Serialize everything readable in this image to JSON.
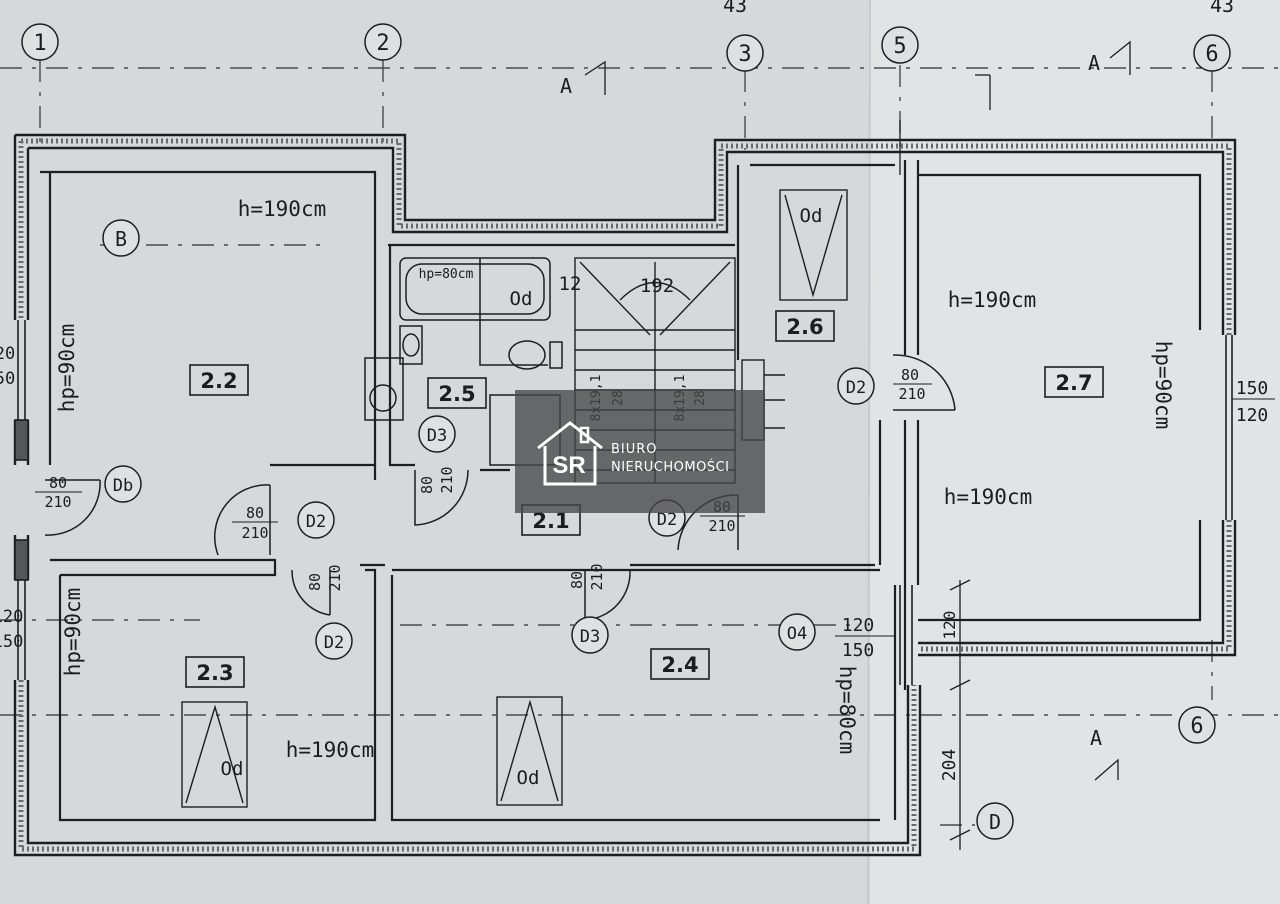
{
  "axes": {
    "top": [
      "1",
      "2",
      "3",
      "5",
      "6"
    ],
    "right_bottom": "6",
    "row_b": "B",
    "row_d": "D",
    "top_dim": "43",
    "top_dim_right": "43"
  },
  "section_marks": [
    "A",
    "A",
    "A"
  ],
  "rooms": [
    {
      "id": "2.2"
    },
    {
      "id": "2.1"
    },
    {
      "id": "2.3"
    },
    {
      "id": "2.4"
    },
    {
      "id": "2.5"
    },
    {
      "id": "2.6"
    },
    {
      "id": "2.7"
    }
  ],
  "heights": {
    "h190_a": "h=190cm",
    "h190_b": "h=190cm",
    "h190_c": "h=190cm",
    "h190_d": "h=190cm",
    "hp90_a": "hp=90cm",
    "hp90_b": "hp=90cm",
    "hp90_c": "hp=90cm",
    "hp80_a": "hp=80cm",
    "hp80_b": "hp=80cm"
  },
  "doors": {
    "db": "Db",
    "d2a": "D2",
    "d2b": "D2",
    "d2c": "D2",
    "d2d": "D2",
    "d3a": "D3",
    "d3b": "D3",
    "o4": "O4",
    "w80": "80",
    "w210": "210"
  },
  "windows": {
    "w120": "120",
    "w150": "150",
    "left_a1": "20",
    "left_a2": "50"
  },
  "stairs": {
    "width": "192",
    "gap": "12",
    "run_a": "8x19,1",
    "run_a2": "28",
    "run_b": "8x19,1",
    "run_b2": "28"
  },
  "dims": {
    "d204": "204",
    "d120": "120"
  },
  "skylight": "Od",
  "watermark": {
    "line1": "BIURO",
    "line2": "NIERUCHOMOŚCI",
    "logo": "SR"
  }
}
